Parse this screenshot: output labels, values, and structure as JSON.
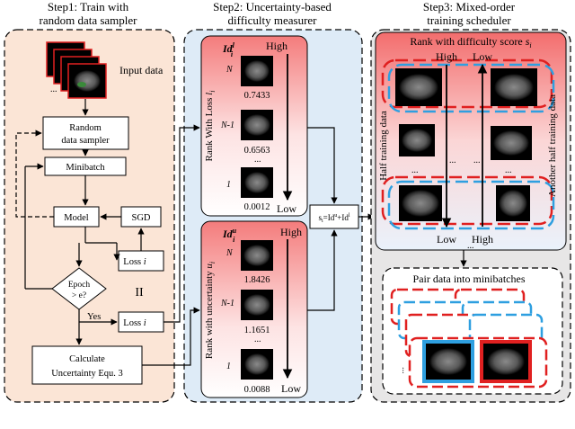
{
  "step1": {
    "title_line1": "Step1: Train with",
    "title_line2": "random data sampler",
    "input_data": "Input data",
    "ellipsis": "...",
    "sampler_line1": "Random",
    "sampler_line2": "data sampler",
    "minibatch": "Minibatch",
    "model": "Model",
    "sgd": "SGD",
    "loss": "Loss",
    "loss_sub": "i",
    "epoch_line1": "Epoch",
    "epoch_line2": "> e?",
    "yes": "Yes",
    "parallel": "II",
    "calc_line1": "Calculate",
    "calc_line2": "Uncertainty Equ. 3"
  },
  "step2": {
    "title_line1": "Step2: Uncertainty-based",
    "title_line2": "difficulty measurer",
    "loss_panel": {
      "id_label": "Id",
      "id_sup": "l",
      "id_sub": "i",
      "rank_label": "Rank With Loss",
      "rank_var": "l",
      "rank_var_sub": "i",
      "high": "High",
      "low": "Low",
      "rows": [
        {
          "rank": "N",
          "value": "0.7433"
        },
        {
          "rank": "N-1",
          "value": "0.6563"
        },
        {
          "rank": "1",
          "value": "0.0012"
        }
      ],
      "dots": "..."
    },
    "unc_panel": {
      "id_label": "Id",
      "id_sup": "u",
      "id_sub": "i",
      "rank_label": "Rank with uncertainty",
      "rank_var": "u",
      "rank_var_sub": "i",
      "high": "High",
      "low": "Low",
      "rows": [
        {
          "rank": "N",
          "value": "1.8426"
        },
        {
          "rank": "N-1",
          "value": "1.1651"
        },
        {
          "rank": "1",
          "value": "0.0088"
        }
      ],
      "dots": "..."
    },
    "score_formula": "s",
    "score_formula_rest": "=Id",
    "score_sup_u": "u",
    "score_plus": "+Id",
    "score_sup_l": "l",
    "score_sub": "i"
  },
  "step3": {
    "title_line1": "Step3: Mixed-order",
    "title_line2": "training scheduler",
    "rank_label": "Rank with difficulty score",
    "rank_var": "s",
    "rank_var_sub": "i",
    "high_left": "High",
    "low_left": "Low",
    "low_right": "Low",
    "high_right": "High",
    "half_left": "Half training data",
    "half_right": "Another half training data",
    "dots": "...",
    "pair_title": "Pair data into minibatches"
  },
  "colors": {
    "step1_fill": "#fbe5d6",
    "step2_fill": "#deebf7",
    "step3_fill": "#e7e6e6",
    "red_dash": "#e02020",
    "blue_dash": "#2e9fe0",
    "pink_top": "#f4a0a0"
  }
}
